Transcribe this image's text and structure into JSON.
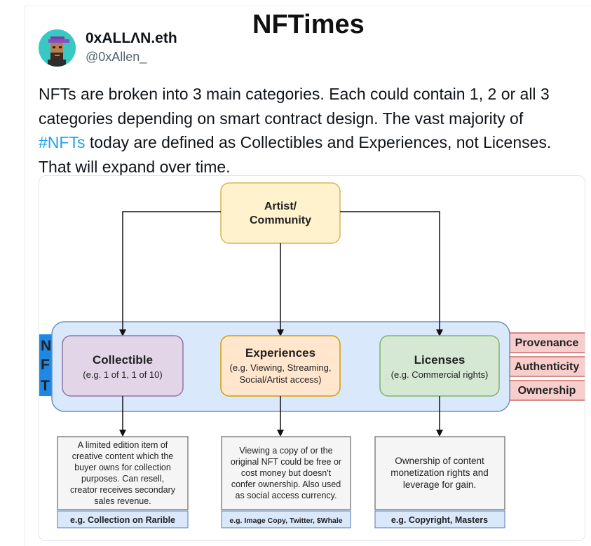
{
  "brand": "NFTimes",
  "author": {
    "display_name": "0xALLΛN.eth",
    "handle": "@0xAllen_"
  },
  "tweet": {
    "line1": "NFTs are broken into 3 main categories. Each could contain 1, 2 or all 3",
    "line2": "categories depending on smart contract design. The vast majority of",
    "hashtag": "#NFTs",
    "line3_rest": " today are defined as Collectibles and Experiences, not Licenses.",
    "line4": "That will expand over time."
  },
  "diagram": {
    "root": {
      "line1": "Artist/",
      "line2": "Community"
    },
    "nft_letters": [
      "N",
      "F",
      "T"
    ],
    "categories": [
      {
        "title": "Collectible",
        "subtitle": [
          "(e.g. 1 of 1, 1 of 10)"
        ]
      },
      {
        "title": "Experiences",
        "subtitle": [
          "(e.g. Viewing, Streaming,",
          "Social/Artist access)"
        ]
      },
      {
        "title": "Licenses",
        "subtitle": [
          "(e.g. Commercial rights)"
        ]
      }
    ],
    "properties": [
      "Provenance",
      "Authenticity",
      "Ownership"
    ],
    "descriptions": [
      [
        "A limited edition item of",
        "creative content which the",
        "buyer owns for collection",
        "purposes. Can resell,",
        "creator receives secondary",
        "sales revenue."
      ],
      [
        "Viewing a copy of or the",
        "original NFT could be free or",
        "cost money but doesn't",
        "confer ownership. Also used",
        "as social access currency."
      ],
      [
        "Ownership of content",
        "monetization rights and",
        "leverage for gain."
      ]
    ],
    "examples": [
      "e.g. Collection on Rarible",
      "e.g. Image Copy, Twitter, $Whale",
      "e.g. Copyright, Masters"
    ]
  }
}
